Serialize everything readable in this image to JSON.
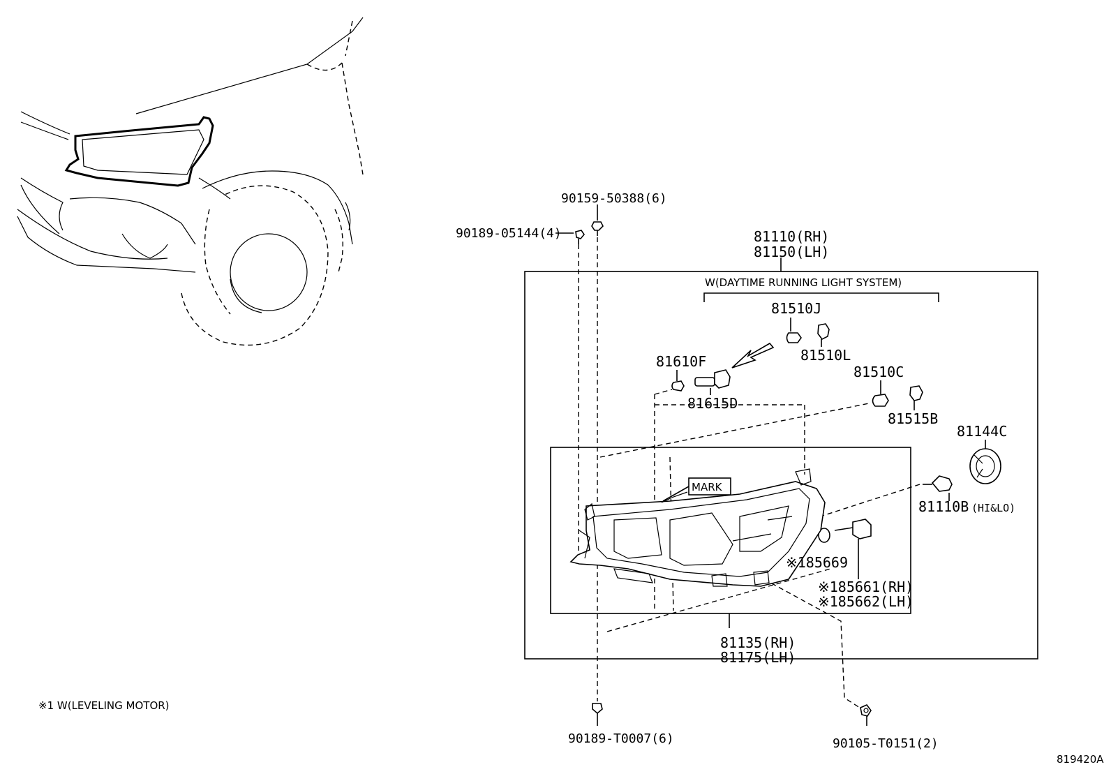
{
  "labels": {
    "bolt_top": "90159-50388(6)",
    "screw_left": "90189-05144(4)",
    "assy_rh": "81110(RH)",
    "assy_lh": "81150(LH)",
    "drl_note": "W(DAYTIME RUNNING LIGHT SYSTEM)",
    "bulb_81510J": "81510J",
    "socket_81510L": "81510L",
    "bulb_81610F": "81610F",
    "socket_81615D": "81615D",
    "bulb_81510C": "81510C",
    "socket_81515B": "81515B",
    "cover_81144C": "81144C",
    "bulb_81110B": "81110B",
    "bulb_81110B_note": "(HI&LO)",
    "mark": "MARK",
    "oring_85669": "※185669",
    "motor_rh": "※185661(RH)",
    "motor_lh": "※185662(LH)",
    "housing_rh": "81135(RH)",
    "housing_lh": "81175(LH)",
    "bolt_bottom": "90189-T0007(6)",
    "bolt_right": "90105-T0151(2)",
    "footnote": "※1 W(LEVELING MOTOR)",
    "diagram_id": "819420A"
  }
}
